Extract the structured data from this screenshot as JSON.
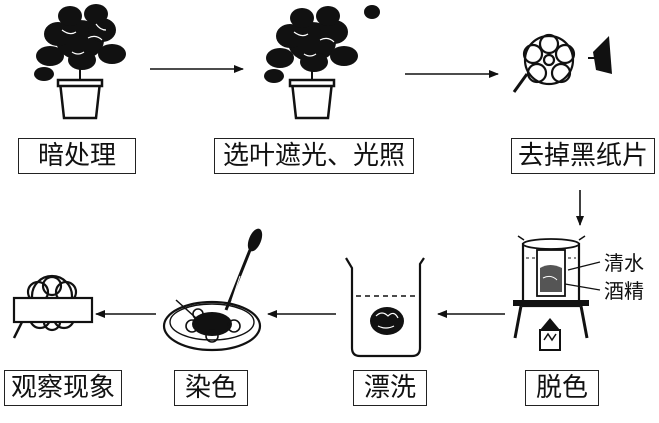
{
  "steps": [
    {
      "id": "dark",
      "label": "暗处理"
    },
    {
      "id": "shade",
      "label": "选叶遮光、光照"
    },
    {
      "id": "remove",
      "label": "去掉黑纸片"
    },
    {
      "id": "decolor",
      "label": "脱色"
    },
    {
      "id": "rinse",
      "label": "漂洗"
    },
    {
      "id": "stain",
      "label": "染色"
    },
    {
      "id": "observe",
      "label": "观察现象"
    }
  ],
  "decolor_apparatus": {
    "outer_liquid": "清水",
    "inner_liquid": "酒精"
  },
  "colors": {
    "ink": "#111111",
    "background": "#ffffff"
  }
}
